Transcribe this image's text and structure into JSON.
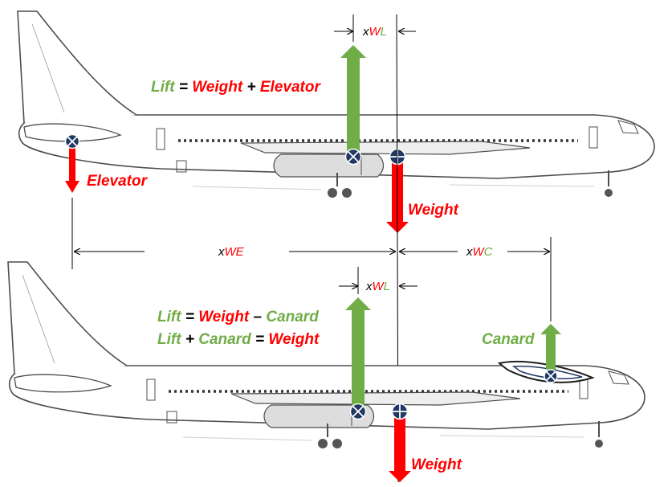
{
  "colors": {
    "lift": "#70ad47",
    "weight": "#ff0000",
    "elevator": "#ff0000",
    "canard": "#70ad47",
    "marker": "#1f3864",
    "outline": "#4d4d4d",
    "dimension": "#000000"
  },
  "top_panel": {
    "equation": {
      "lift": "Lift",
      "eq": "=",
      "weight": "Weight",
      "plus": "+",
      "elevator": "Elevator"
    },
    "label_elevator": "Elevator",
    "label_weight": "Weight",
    "dim_xwl": {
      "x": "x",
      "w": "W",
      "l": "L"
    }
  },
  "dimensions": {
    "xwe": {
      "x": "x",
      "w": "W",
      "e": "E"
    },
    "xwc": {
      "x": "x",
      "w": "W",
      "c": "C"
    }
  },
  "bottom_panel": {
    "equation1": {
      "lift": "Lift",
      "eq": "=",
      "weight": "Weight",
      "minus": "–",
      "canard": "Canard"
    },
    "equation2": {
      "lift": "Lift",
      "plus": "+",
      "canard": "Canard",
      "eq": "=",
      "weight": "Weight"
    },
    "label_canard": "Canard",
    "label_weight": "Weight",
    "dim_xwl": {
      "x": "x",
      "w": "W",
      "l": "L"
    }
  }
}
